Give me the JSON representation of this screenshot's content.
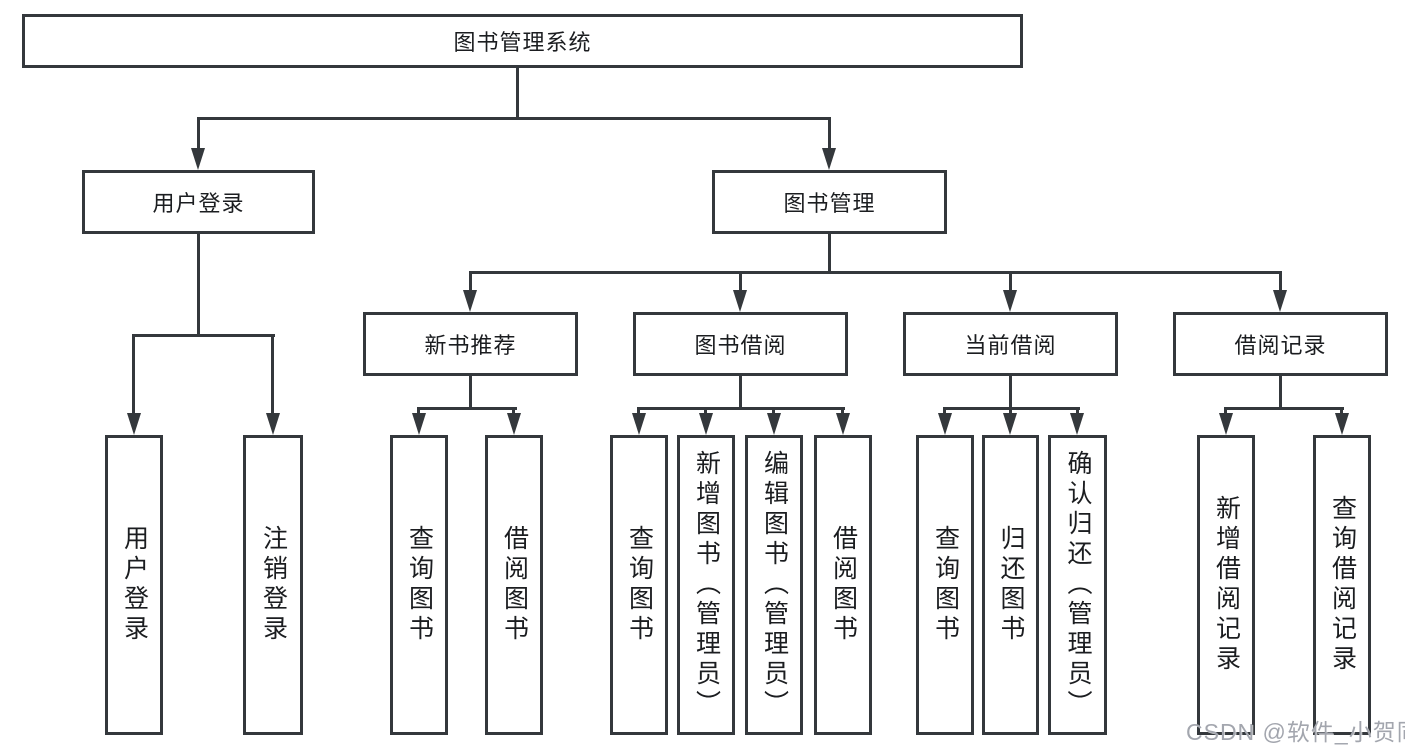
{
  "diagram": {
    "type": "tree-hierarchy",
    "colors": {
      "line": "#34383c",
      "text": "#1b1d20",
      "background": "#ffffff",
      "watermark": "#a3a6ae"
    },
    "nodes": {
      "root": "图书管理系统",
      "user_login": "用户登录",
      "book_mgmt": "图书管理",
      "new_book_rec": "新书推荐",
      "book_borrow": "图书借阅",
      "current_borrow": "当前借阅",
      "borrow_records": "借阅记录",
      "user_login_leaf": "用户登录",
      "logout_leaf": "注销登录",
      "query_book_1": "查询图书",
      "borrow_book_1": "借阅图书",
      "query_book_2": "查询图书",
      "add_book_admin": "新增图书（管理员）",
      "edit_book_admin": "编辑图书（管理员）",
      "borrow_book_2": "借阅图书",
      "query_book_3": "查询图书",
      "return_book": "归还图书",
      "confirm_return_admin": "确认归还（管理员）",
      "add_borrow_record": "新增借阅记录",
      "query_borrow_record": "查询借阅记录"
    },
    "edges": [
      [
        "root",
        "user_login"
      ],
      [
        "root",
        "book_mgmt"
      ],
      [
        "user_login",
        "user_login_leaf"
      ],
      [
        "user_login",
        "logout_leaf"
      ],
      [
        "book_mgmt",
        "new_book_rec"
      ],
      [
        "book_mgmt",
        "book_borrow"
      ],
      [
        "book_mgmt",
        "current_borrow"
      ],
      [
        "book_mgmt",
        "borrow_records"
      ],
      [
        "new_book_rec",
        "query_book_1"
      ],
      [
        "new_book_rec",
        "borrow_book_1"
      ],
      [
        "book_borrow",
        "query_book_2"
      ],
      [
        "book_borrow",
        "add_book_admin"
      ],
      [
        "book_borrow",
        "edit_book_admin"
      ],
      [
        "book_borrow",
        "borrow_book_2"
      ],
      [
        "current_borrow",
        "query_book_3"
      ],
      [
        "current_borrow",
        "return_book"
      ],
      [
        "current_borrow",
        "confirm_return_admin"
      ],
      [
        "borrow_records",
        "add_borrow_record"
      ],
      [
        "borrow_records",
        "query_borrow_record"
      ]
    ],
    "watermark": "CSDN @软件_小贺同学"
  }
}
